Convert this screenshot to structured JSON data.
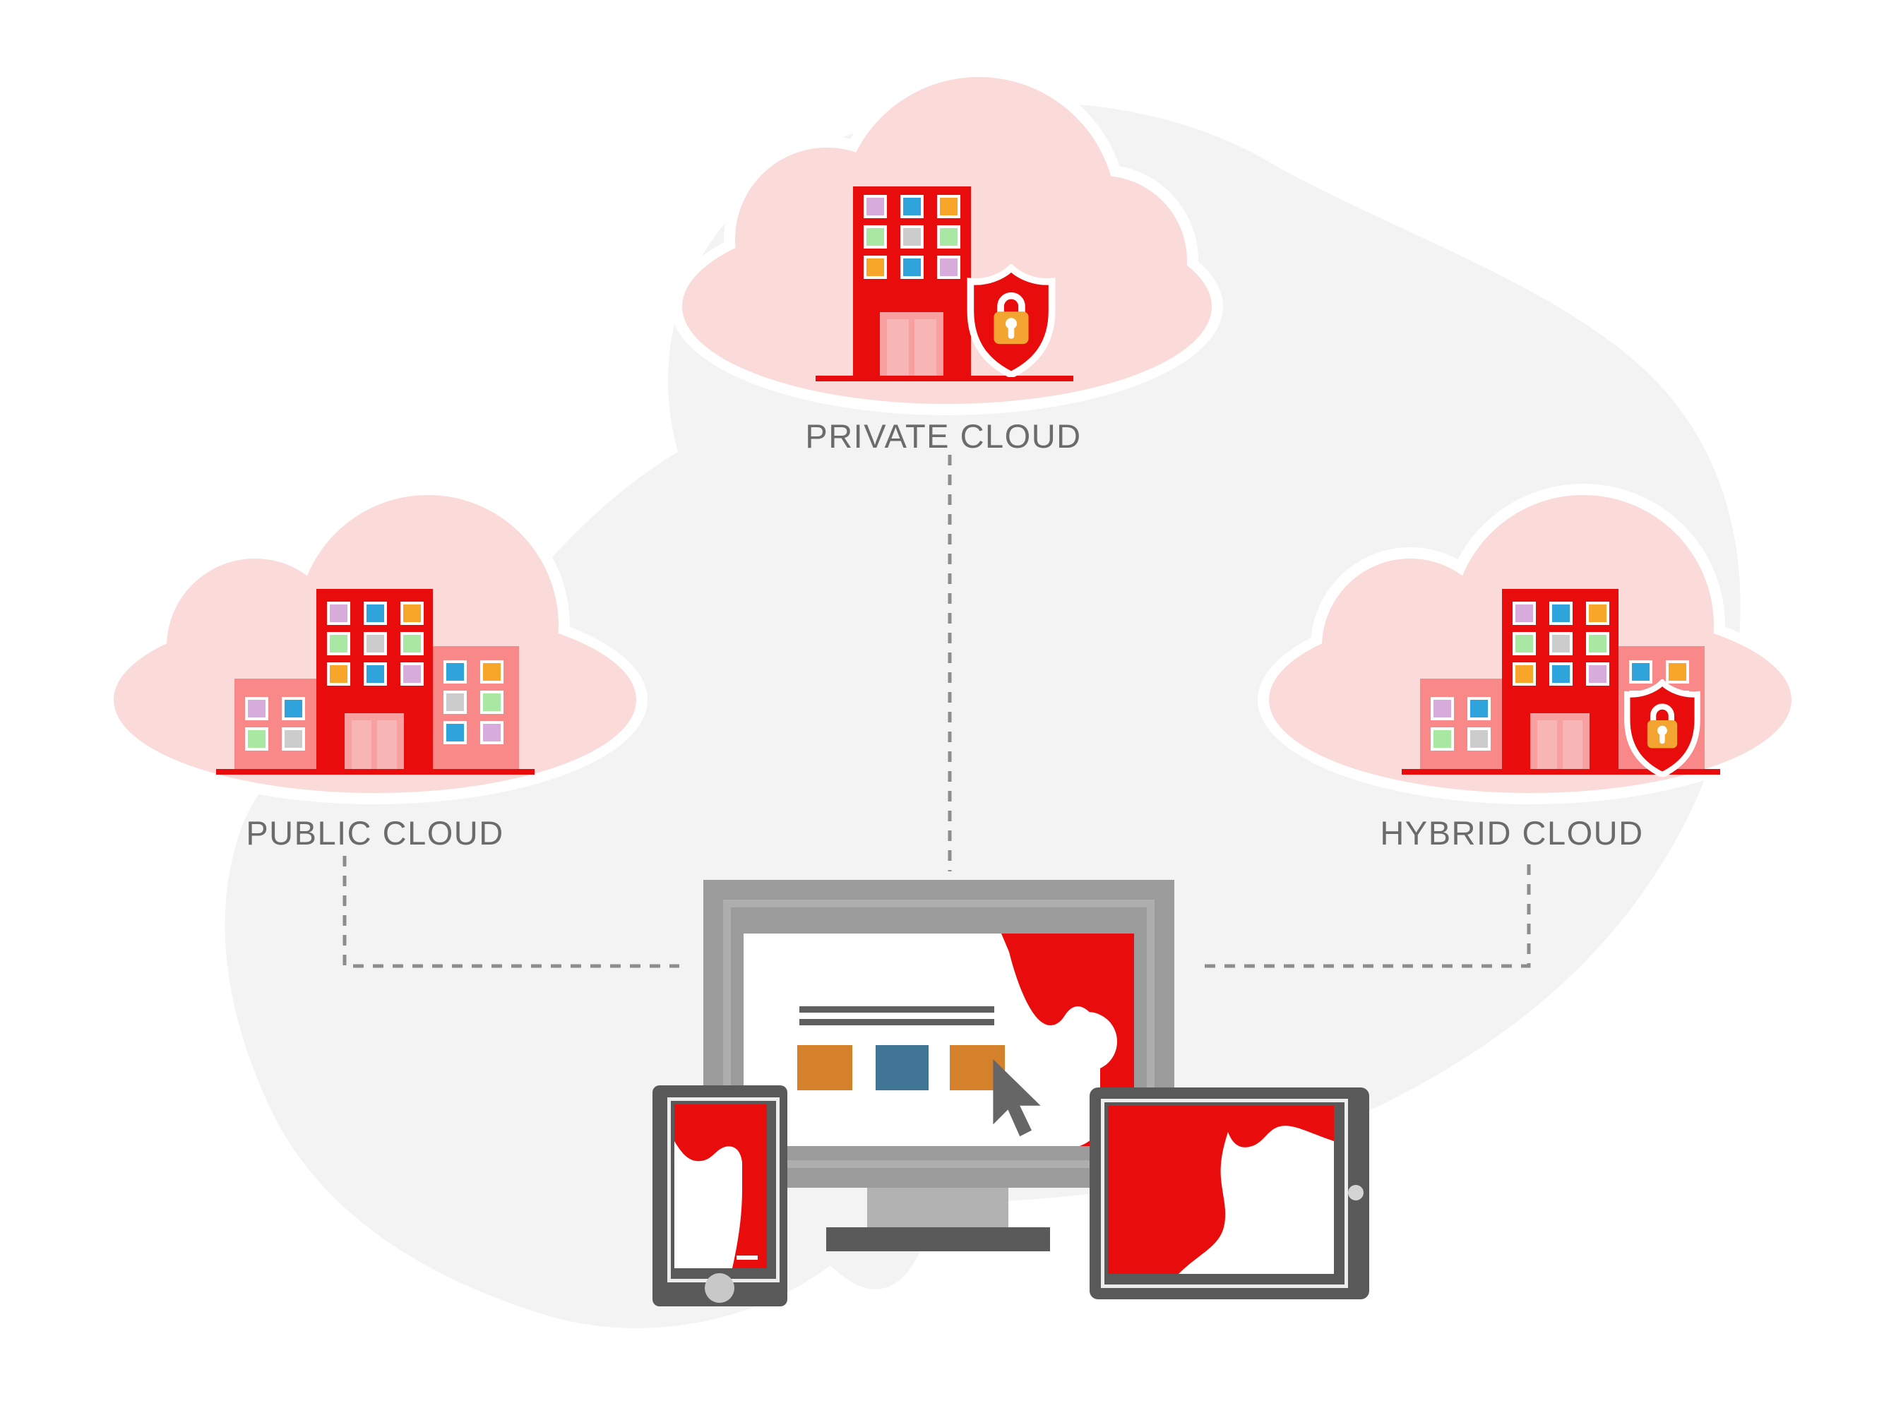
{
  "labels": {
    "private": "PRIVATE CLOUD",
    "public": "PUBLIC CLOUD",
    "hybrid": "HYBRID CLOUD"
  },
  "diagram": {
    "type": "cloud-computing-infographic",
    "nodes": [
      {
        "id": "private-cloud",
        "label": "PRIVATE CLOUD",
        "icon": "building-icon",
        "secured": true,
        "security_icon": "shield-lock-icon"
      },
      {
        "id": "public-cloud",
        "label": "PUBLIC CLOUD",
        "icon": "buildings-icon",
        "secured": false,
        "security_icon": null
      },
      {
        "id": "hybrid-cloud",
        "label": "HYBRID CLOUD",
        "icon": "buildings-icon",
        "secured": true,
        "security_icon": "shield-lock-icon"
      }
    ],
    "hub": {
      "devices": [
        "desktop-monitor",
        "smartphone",
        "tablet"
      ],
      "monitor_screen": {
        "text_lines": 2,
        "buttons": [
          "orange",
          "blue",
          "orange"
        ],
        "cursor": "arrow-cursor-icon"
      }
    },
    "connections": [
      {
        "from": "private-cloud",
        "to": "devices-hub",
        "style": "dashed"
      },
      {
        "from": "public-cloud",
        "to": "devices-hub",
        "style": "dashed"
      },
      {
        "from": "hybrid-cloud",
        "to": "devices-hub",
        "style": "dashed"
      }
    ]
  },
  "colors": {
    "red": "#e80c0c",
    "cloud_pink": "#fbdada",
    "salmon": "#f98888",
    "door_pink": "#f89fa0",
    "door_panel": "#f8b5b6",
    "lock_orange": "#f3a431",
    "blob_gray": "#f3f3f3",
    "ui_gray": "#9b9b9b",
    "ui_gray_light": "#aeaeae",
    "stand_gray": "#b2b2b2",
    "stand_dark": "#5a5a5a",
    "ui_dark": "#595959",
    "frame_white": "#ededed",
    "text_gray": "#6b6b6b",
    "dash_gray": "#8d8d8d",
    "screen_line": "#5f5f5f",
    "screen_orange": "#d5812c",
    "screen_blue": "#3f7495",
    "cursor_gray": "#666666",
    "button_gray": "#c8c8c8",
    "palette": {
      "lavender": "#d7abdb",
      "blue": "#2fa3dc",
      "orange": "#f7a62a",
      "green": "#a9e8a2",
      "gray": "#cccccc"
    }
  },
  "windows": {
    "main_grid": [
      "lavender",
      "blue",
      "orange",
      "green",
      "gray",
      "green",
      "orange",
      "blue",
      "lavender"
    ],
    "left_grid": [
      "lavender",
      "blue",
      "green",
      "gray"
    ],
    "right_grid": [
      "blue",
      "orange",
      "gray",
      "green",
      "blue",
      "lavender"
    ]
  },
  "icons": {
    "cloud": "pink cloud shape with white outline",
    "building": "red office building with colored windows",
    "shield_lock": "red shield with orange padlock",
    "monitor": "desktop monitor with webpage",
    "smartphone": "phone with red brand screen",
    "tablet": "tablet with red brand screen",
    "cursor": "arrow pointer"
  }
}
